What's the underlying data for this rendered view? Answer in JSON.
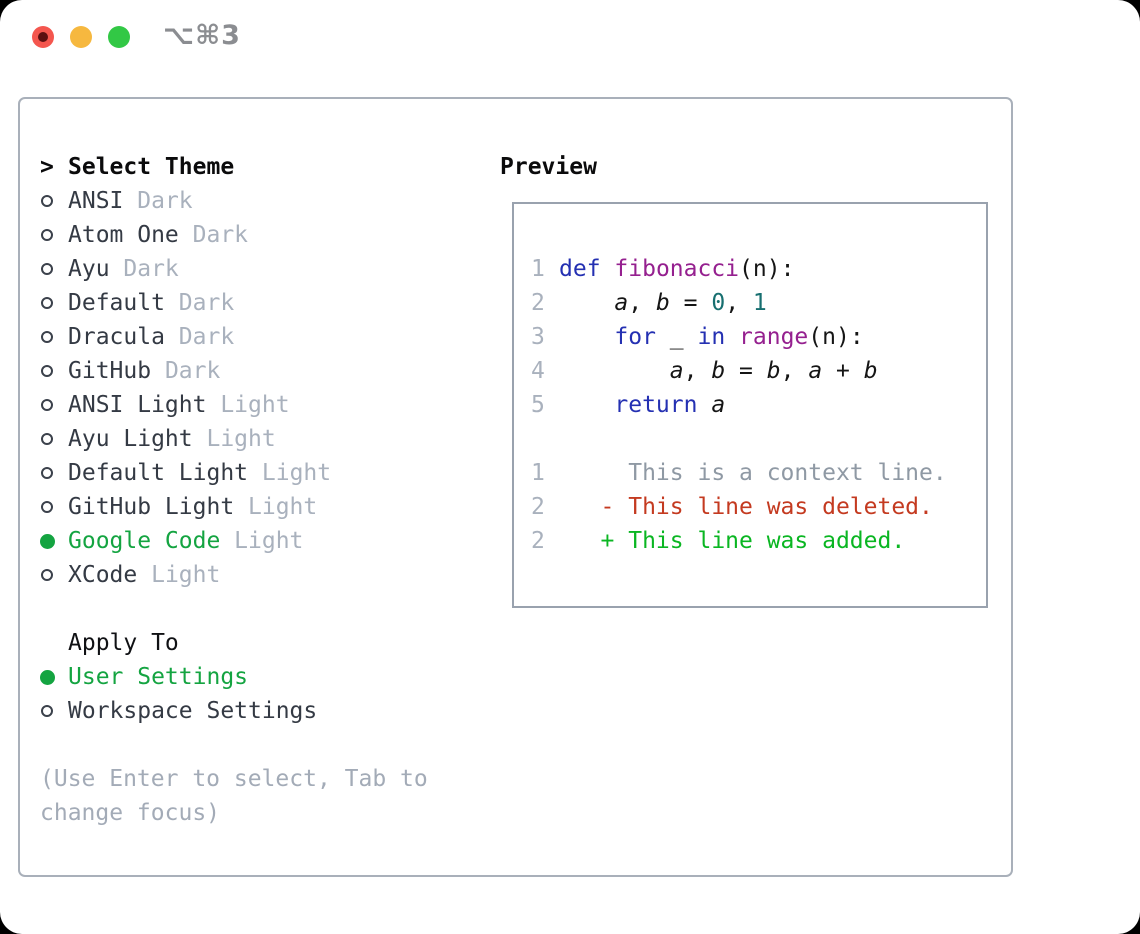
{
  "window": {
    "title": "⌥⌘3",
    "traffic_lights": [
      "close",
      "minimize",
      "zoom"
    ]
  },
  "theme_list": {
    "header_prefix": ">",
    "header": "Select Theme",
    "items": [
      {
        "name": "ANSI",
        "variant": "Dark",
        "selected": false
      },
      {
        "name": "Atom One",
        "variant": "Dark",
        "selected": false
      },
      {
        "name": "Ayu",
        "variant": "Dark",
        "selected": false
      },
      {
        "name": "Default",
        "variant": "Dark",
        "selected": false
      },
      {
        "name": "Dracula",
        "variant": "Dark",
        "selected": false
      },
      {
        "name": "GitHub",
        "variant": "Dark",
        "selected": false
      },
      {
        "name": "ANSI Light",
        "variant": "Light",
        "selected": false
      },
      {
        "name": "Ayu Light",
        "variant": "Light",
        "selected": false
      },
      {
        "name": "Default Light",
        "variant": "Light",
        "selected": false
      },
      {
        "name": "GitHub Light",
        "variant": "Light",
        "selected": false
      },
      {
        "name": "Google Code",
        "variant": "Light",
        "selected": true
      },
      {
        "name": "XCode",
        "variant": "Light",
        "selected": false
      }
    ]
  },
  "apply_to": {
    "header": "Apply To",
    "options": [
      {
        "label": "User Settings",
        "selected": true
      },
      {
        "label": "Workspace Settings",
        "selected": false
      }
    ]
  },
  "help_text": "(Use Enter to select, Tab to change focus)",
  "preview": {
    "header": "Preview",
    "code_lines": [
      {
        "no": "1",
        "tokens": [
          [
            "kw",
            "def"
          ],
          [
            "pl",
            " "
          ],
          [
            "fn",
            "fibonacci"
          ],
          [
            "pl",
            "(n):"
          ]
        ]
      },
      {
        "no": "2",
        "tokens": [
          [
            "pl",
            "    "
          ],
          [
            "var",
            "a"
          ],
          [
            "pl",
            ", "
          ],
          [
            "var",
            "b"
          ],
          [
            "pl",
            " = "
          ],
          [
            "num",
            "0"
          ],
          [
            "pl",
            ", "
          ],
          [
            "num",
            "1"
          ]
        ]
      },
      {
        "no": "3",
        "tokens": [
          [
            "pl",
            "    "
          ],
          [
            "kw",
            "for"
          ],
          [
            "pl",
            " _ "
          ],
          [
            "kw",
            "in"
          ],
          [
            "pl",
            " "
          ],
          [
            "fn",
            "range"
          ],
          [
            "pl",
            "(n):"
          ]
        ]
      },
      {
        "no": "4",
        "tokens": [
          [
            "pl",
            "        "
          ],
          [
            "var",
            "a"
          ],
          [
            "pl",
            ", "
          ],
          [
            "var",
            "b"
          ],
          [
            "pl",
            " = "
          ],
          [
            "var",
            "b"
          ],
          [
            "pl",
            ", "
          ],
          [
            "var",
            "a"
          ],
          [
            "pl",
            " + "
          ],
          [
            "var",
            "b"
          ]
        ]
      },
      {
        "no": "5",
        "tokens": [
          [
            "pl",
            "    "
          ],
          [
            "kw",
            "return"
          ],
          [
            "pl",
            " "
          ],
          [
            "var",
            "a"
          ]
        ]
      }
    ],
    "diff_lines": [
      {
        "no": "1",
        "type": "context",
        "text": "     This is a context line."
      },
      {
        "no": "2",
        "type": "deleted",
        "text": "   - This line was deleted."
      },
      {
        "no": "2",
        "type": "added",
        "text": "   + This line was added."
      }
    ]
  },
  "colors": {
    "keyword": "#2430b2",
    "function_name": "#95208f",
    "number_literal": "#176f70",
    "code_plain": "#151515",
    "line_number": "#a9b1bd",
    "diff_context": "#8f99a4",
    "diff_deleted": "#c43a20",
    "diff_added": "#0ab622",
    "selected_green": "#14a441",
    "theme_name": "#343a44",
    "variant_suffix": "#a9b1bd",
    "help_gray": "#a3abb7",
    "heading": "#0b0b0c",
    "panel_border": "#a9b0ba",
    "preview_border": "#99a2ae",
    "title_gray": "#8b8d91",
    "traffic_red": "#f4564e",
    "traffic_red_dot": "#5c0f10",
    "traffic_yellow": "#f6b83f",
    "traffic_green": "#32c845"
  }
}
